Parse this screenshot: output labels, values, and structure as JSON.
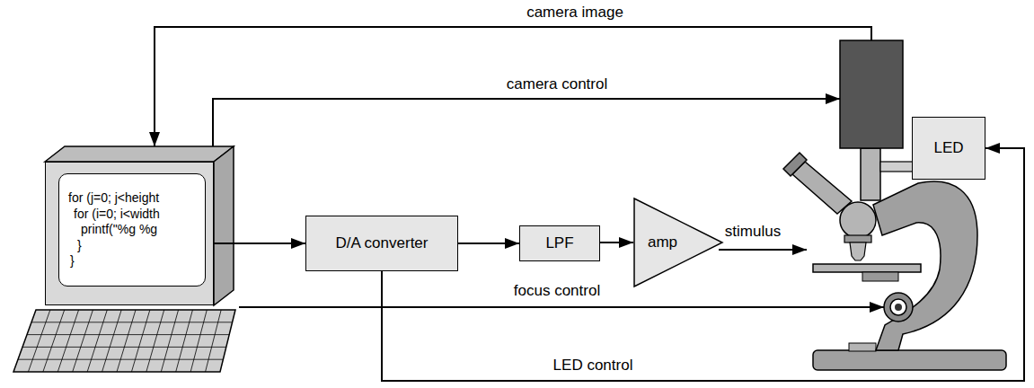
{
  "diagram": {
    "nodes": [
      {
        "text": [
          "for (j=0; j<height",
          "for (i=0; i<width",
          "printf(\"%g %g",
          "}",
          "}"
        ]
      },
      {
        "text": [
          "D/A converter"
        ]
      },
      {
        "text": [
          "LPF"
        ]
      },
      {
        "text": [
          "amp"
        ]
      },
      {
        "text": [
          "LED"
        ]
      }
    ],
    "edges": [
      {
        "from": 0,
        "to": 1,
        "arrow": "to"
      },
      {
        "from": 1,
        "to": 2,
        "arrow": "to"
      },
      {
        "from": 2,
        "to": 3,
        "arrow": "to"
      },
      {
        "from": 1,
        "to": 4,
        "label": "LED control",
        "arrow": "to"
      }
    ],
    "labels": [
      "camera image",
      "camera control",
      "stimulus",
      "focus control"
    ]
  }
}
